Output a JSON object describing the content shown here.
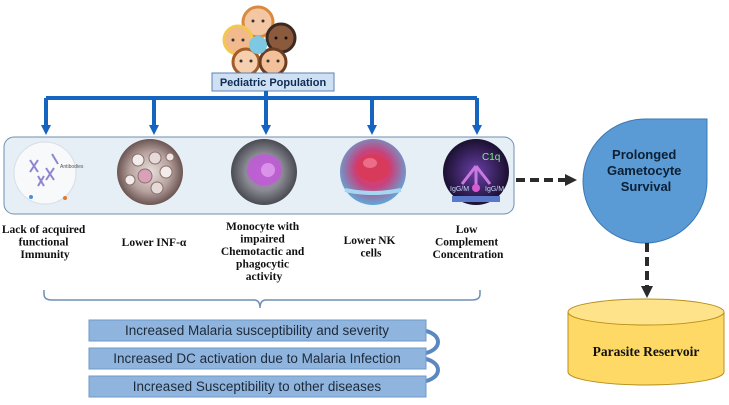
{
  "top_box": {
    "label": "Pediatric Population"
  },
  "factors": [
    {
      "lines": [
        "Lack of acquired",
        "functional",
        "Immunity"
      ],
      "image_text": "Antibodies"
    },
    {
      "lines": [
        "Lower INF-α"
      ]
    },
    {
      "lines": [
        "Monocyte with",
        "impaired",
        "Chemotactic and",
        "phagocytic",
        "activity"
      ]
    },
    {
      "lines": [
        "Lower NK",
        "cells"
      ]
    },
    {
      "lines": [
        "Low",
        "Complement",
        "Concentration"
      ],
      "image_labels": [
        "C1q",
        "IgG/M",
        "IgG/M"
      ]
    }
  ],
  "outcomes": [
    "Increased Malaria susceptibility and severity",
    "Increased DC activation due to Malaria Infection",
    "Increased Susceptibility to other diseases"
  ],
  "drop": {
    "lines": [
      "Prolonged",
      "Gametocyte",
      "Survival"
    ]
  },
  "reservoir": {
    "label": "Parasite Reservoir"
  },
  "colors": {
    "arrow_blue": "#1565c0",
    "panel_fill": "#e6eef6",
    "panel_stroke": "#6f8fb2",
    "bar_fill": "#8fb4dd",
    "drop_fill": "#5b9bd5",
    "cylinder_fill": "#ffd966",
    "cylinder_stroke": "#b8901a"
  }
}
